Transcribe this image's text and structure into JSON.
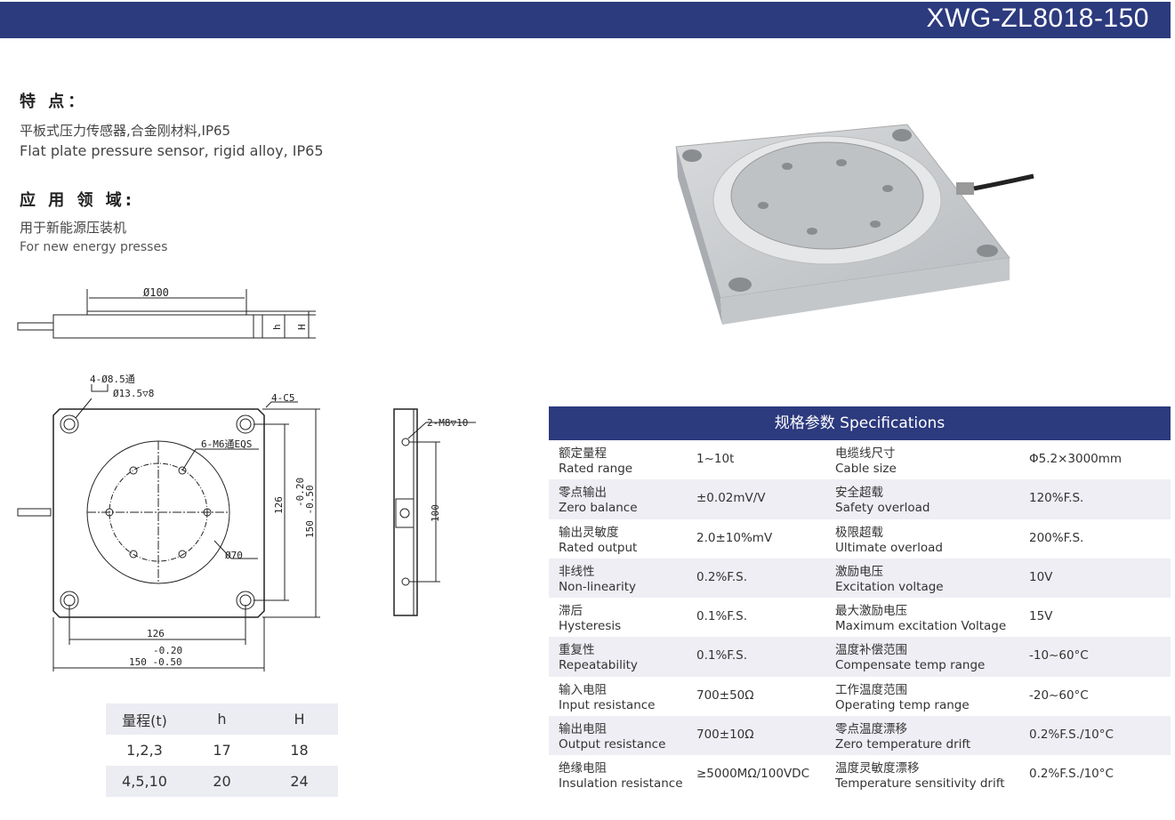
{
  "header": {
    "title": "XWG-ZL8018-150"
  },
  "features": {
    "heading": "特 点：",
    "zh": "平板式压力传感器,合金刚材料,IP65",
    "en": "Flat plate pressure sensor, rigid alloy, IP65"
  },
  "application": {
    "heading": "应 用 领 域:",
    "zh": "用于新能源压装机",
    "en": "For new energy presses"
  },
  "drawing": {
    "dia100": "Ø100",
    "h": "h",
    "H": "H",
    "holes": "4-Ø8.5通",
    "counterbore": "Ø13.5▽8",
    "chamfer": "4-C5",
    "threads": "6-M6通EQS",
    "dia70": "Ø70",
    "pitch_v": "126",
    "pitch_h": "126",
    "tol_upper": "-0.20",
    "tol_lower": "150 -0.50",
    "side_thread": "2-M8▽10",
    "side_dim": "100"
  },
  "size_table": {
    "headers": [
      "量程(t)",
      "h",
      "H"
    ],
    "rows": [
      [
        "1,2,3",
        "17",
        "18"
      ],
      [
        "4,5,10",
        "20",
        "24"
      ]
    ]
  },
  "specs": {
    "title": "规格参数  Specifications",
    "rows": [
      {
        "zh1": "额定量程",
        "en1": "Rated range",
        "v1": "1~10t",
        "zh2": "电缆线尺寸",
        "en2": "Cable size",
        "v2": "Φ5.2×3000mm"
      },
      {
        "zh1": "零点输出",
        "en1": "Zero balance",
        "v1": "±0.02mV/V",
        "zh2": "安全超载",
        "en2": "Safety overload",
        "v2": "120%F.S."
      },
      {
        "zh1": "输出灵敏度",
        "en1": "Rated output",
        "v1": "2.0±10%mV",
        "zh2": "极限超载",
        "en2": "Ultimate overload",
        "v2": "200%F.S."
      },
      {
        "zh1": "非线性",
        "en1": "Non-linearity",
        "v1": "0.2%F.S.",
        "zh2": "激励电压",
        "en2": "Excitation voltage",
        "v2": "10V"
      },
      {
        "zh1": "滞后",
        "en1": "Hysteresis",
        "v1": "0.1%F.S.",
        "zh2": "最大激励电压",
        "en2": "Maximum excitation Voltage",
        "v2": "15V"
      },
      {
        "zh1": "重复性",
        "en1": "Repeatability",
        "v1": "0.1%F.S.",
        "zh2": "温度补偿范围",
        "en2": "Compensate temp range",
        "v2": "-10~60°C"
      },
      {
        "zh1": "输入电阻",
        "en1": "Input resistance",
        "v1": "700±50Ω",
        "zh2": "工作温度范围",
        "en2": "Operating temp range",
        "v2": "-20~60°C"
      },
      {
        "zh1": "输出电阻",
        "en1": "Output resistance",
        "v1": "700±10Ω",
        "zh2": "零点温度漂移",
        "en2": "Zero temperature drift",
        "v2": "0.2%F.S./10°C"
      },
      {
        "zh1": "绝缘电阻",
        "en1": "Insulation resistance",
        "v1": "≥5000MΩ/100VDC",
        "zh2": "温度灵敏度漂移",
        "en2": "Temperature sensitivity drift",
        "v2": "0.2%F.S./10°C"
      }
    ]
  }
}
